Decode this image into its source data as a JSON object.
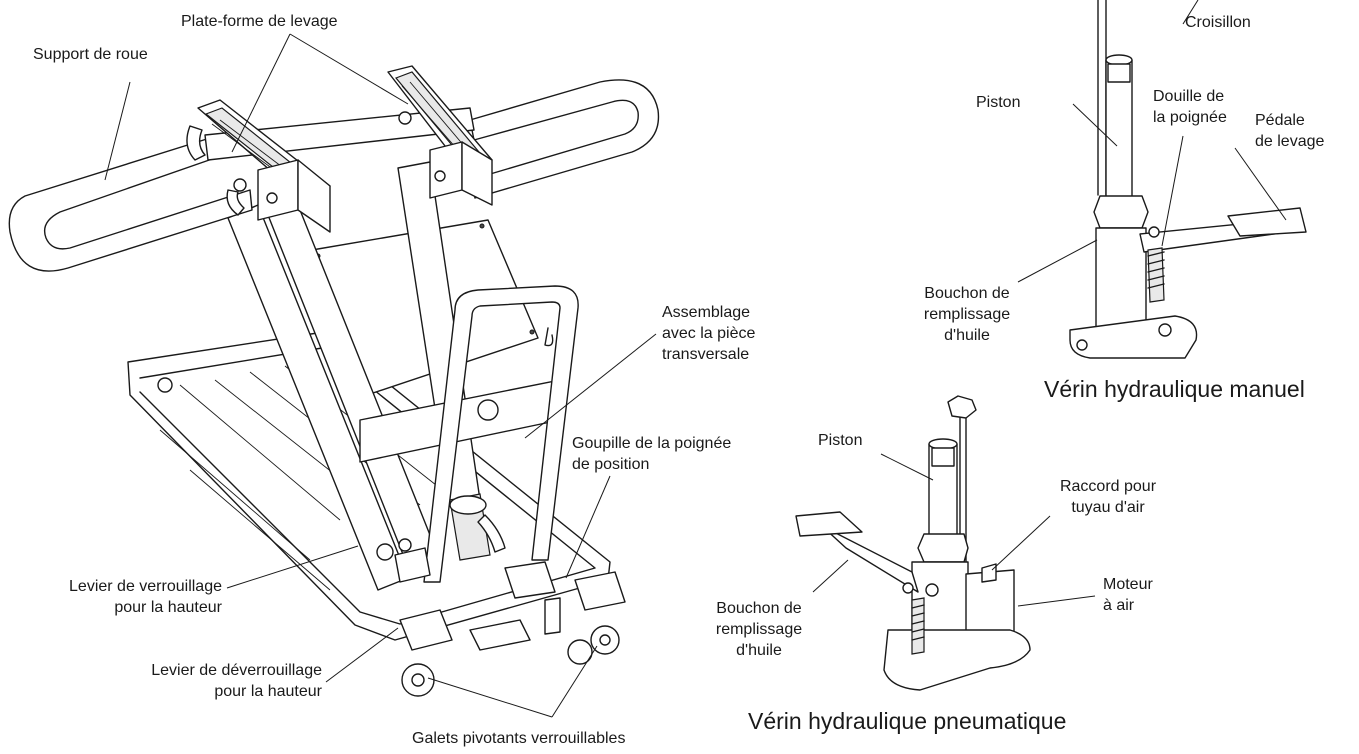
{
  "labels": {
    "support_roue": "Support de roue",
    "plate_forme": "Plate-forme de levage",
    "assemblage": "Assemblage\navec la pièce\ntransversale",
    "goupille": "Goupille de la poignée\nde position",
    "levier_verrou": "Levier de verrouillage\npour la hauteur",
    "levier_deverrou": "Levier de déverrouillage\npour la hauteur",
    "galets": "Galets pivotants verrouillables",
    "croisillon": "Croisillon",
    "piston_manuel": "Piston",
    "douille": "Douille de\nla poignée",
    "pedale": "Pédale\nde levage",
    "bouchon_manuel": "Bouchon de\nremplissage\nd'huile",
    "piston_pneu": "Piston",
    "raccord": "Raccord pour\ntuyau d'air",
    "moteur": "Moteur\nà air",
    "bouchon_pneu": "Bouchon de\nremplissage\nd'huile"
  },
  "captions": {
    "manuel": "Vérin hydraulique manuel",
    "pneumatique": "Vérin hydraulique pneumatique"
  },
  "colors": {
    "line": "#1a1a1a",
    "fill": "#e9e9e9",
    "background": "#ffffff"
  }
}
